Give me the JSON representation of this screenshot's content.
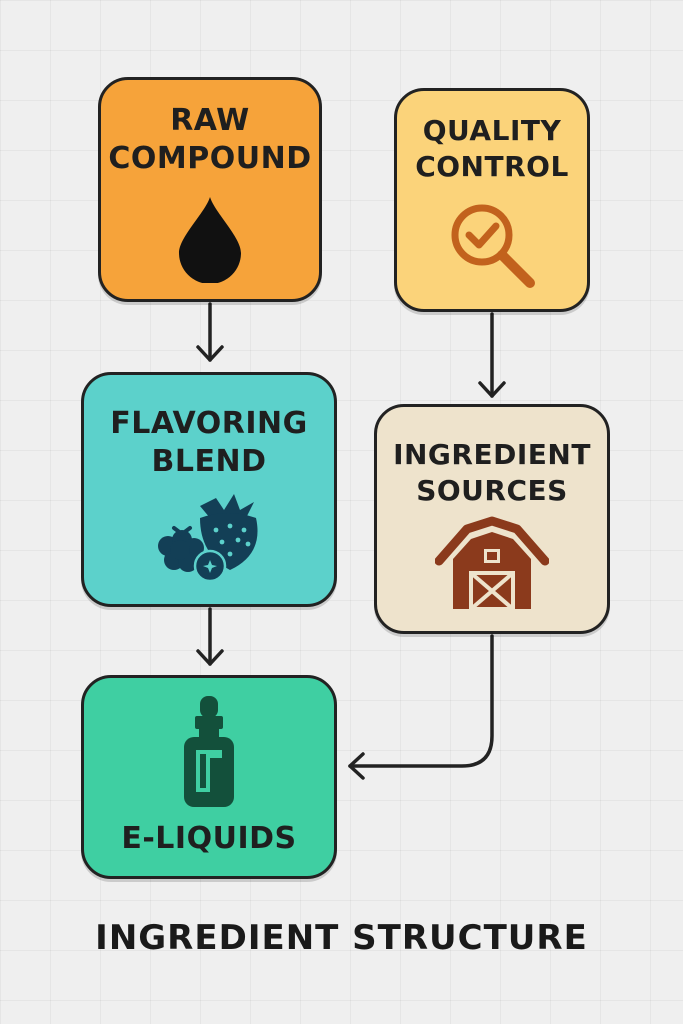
{
  "title": "INGREDIENT STRUCTURE",
  "nodes": {
    "raw_compound": {
      "label": "RAW\nCOMPOUND",
      "icon": "droplet-icon",
      "color": "#f6a33a"
    },
    "quality_control": {
      "label": "QUALITY\nCONTROL",
      "icon": "magnifier-check-icon",
      "color": "#fbd37a"
    },
    "flavoring_blend": {
      "label": "FLAVORING\nBLEND",
      "icon": "berries-icon",
      "color": "#5cd1cb"
    },
    "ingredient_sources": {
      "label": "INGREDIENT\nSOURCES",
      "icon": "barn-icon",
      "color": "#eee3cc"
    },
    "e_liquids": {
      "label": "E-LIQUIDS",
      "icon": "dropper-bottle-icon",
      "color": "#3fcfa2"
    }
  },
  "edges": [
    {
      "from": "raw_compound",
      "to": "flavoring_blend"
    },
    {
      "from": "flavoring_blend",
      "to": "e_liquids"
    },
    {
      "from": "quality_control",
      "to": "ingredient_sources"
    },
    {
      "from": "ingredient_sources",
      "to": "e_liquids"
    }
  ]
}
